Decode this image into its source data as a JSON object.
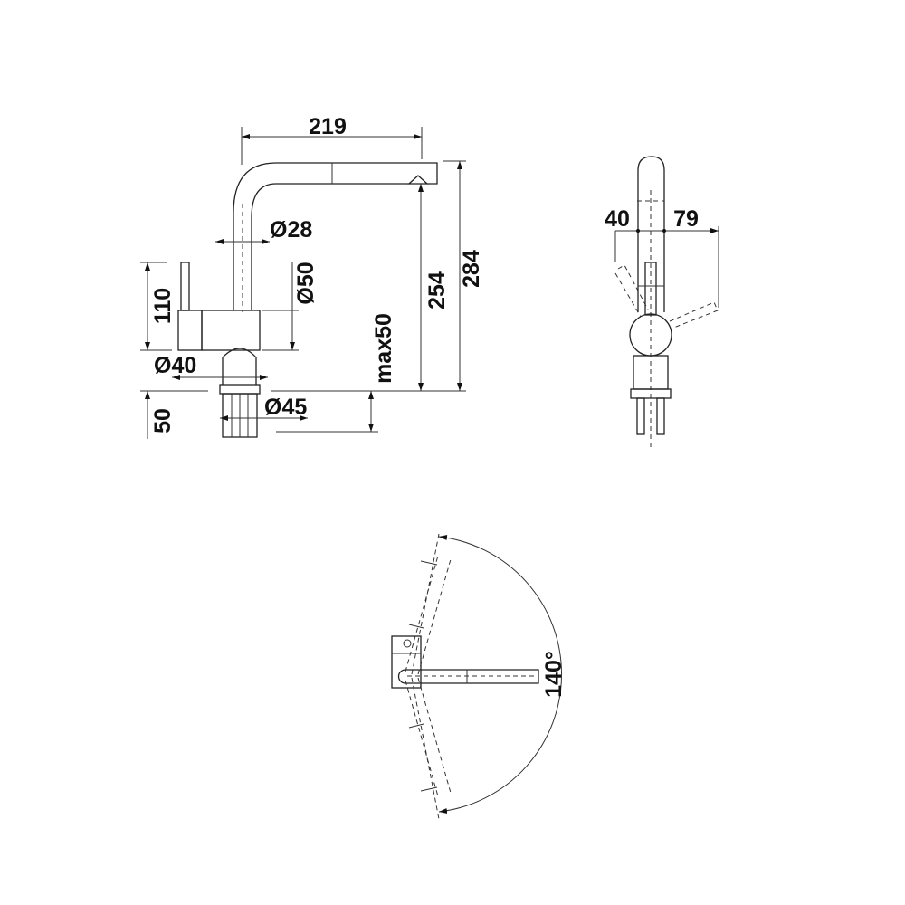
{
  "front_view": {
    "width_219": "219",
    "dia_28": "Ø28",
    "dia_50": "Ø50",
    "height_110": "110",
    "dia_40": "Ø40",
    "depth_50": "50",
    "dia_45": "Ø45",
    "max50": "max50",
    "height_254": "254",
    "height_284": "284"
  },
  "side_view": {
    "lever_left_40": "40",
    "lever_right_79": "79"
  },
  "top_view": {
    "swivel_angle": "140°"
  },
  "colors": {
    "line": "#222222",
    "background": "#ffffff"
  }
}
